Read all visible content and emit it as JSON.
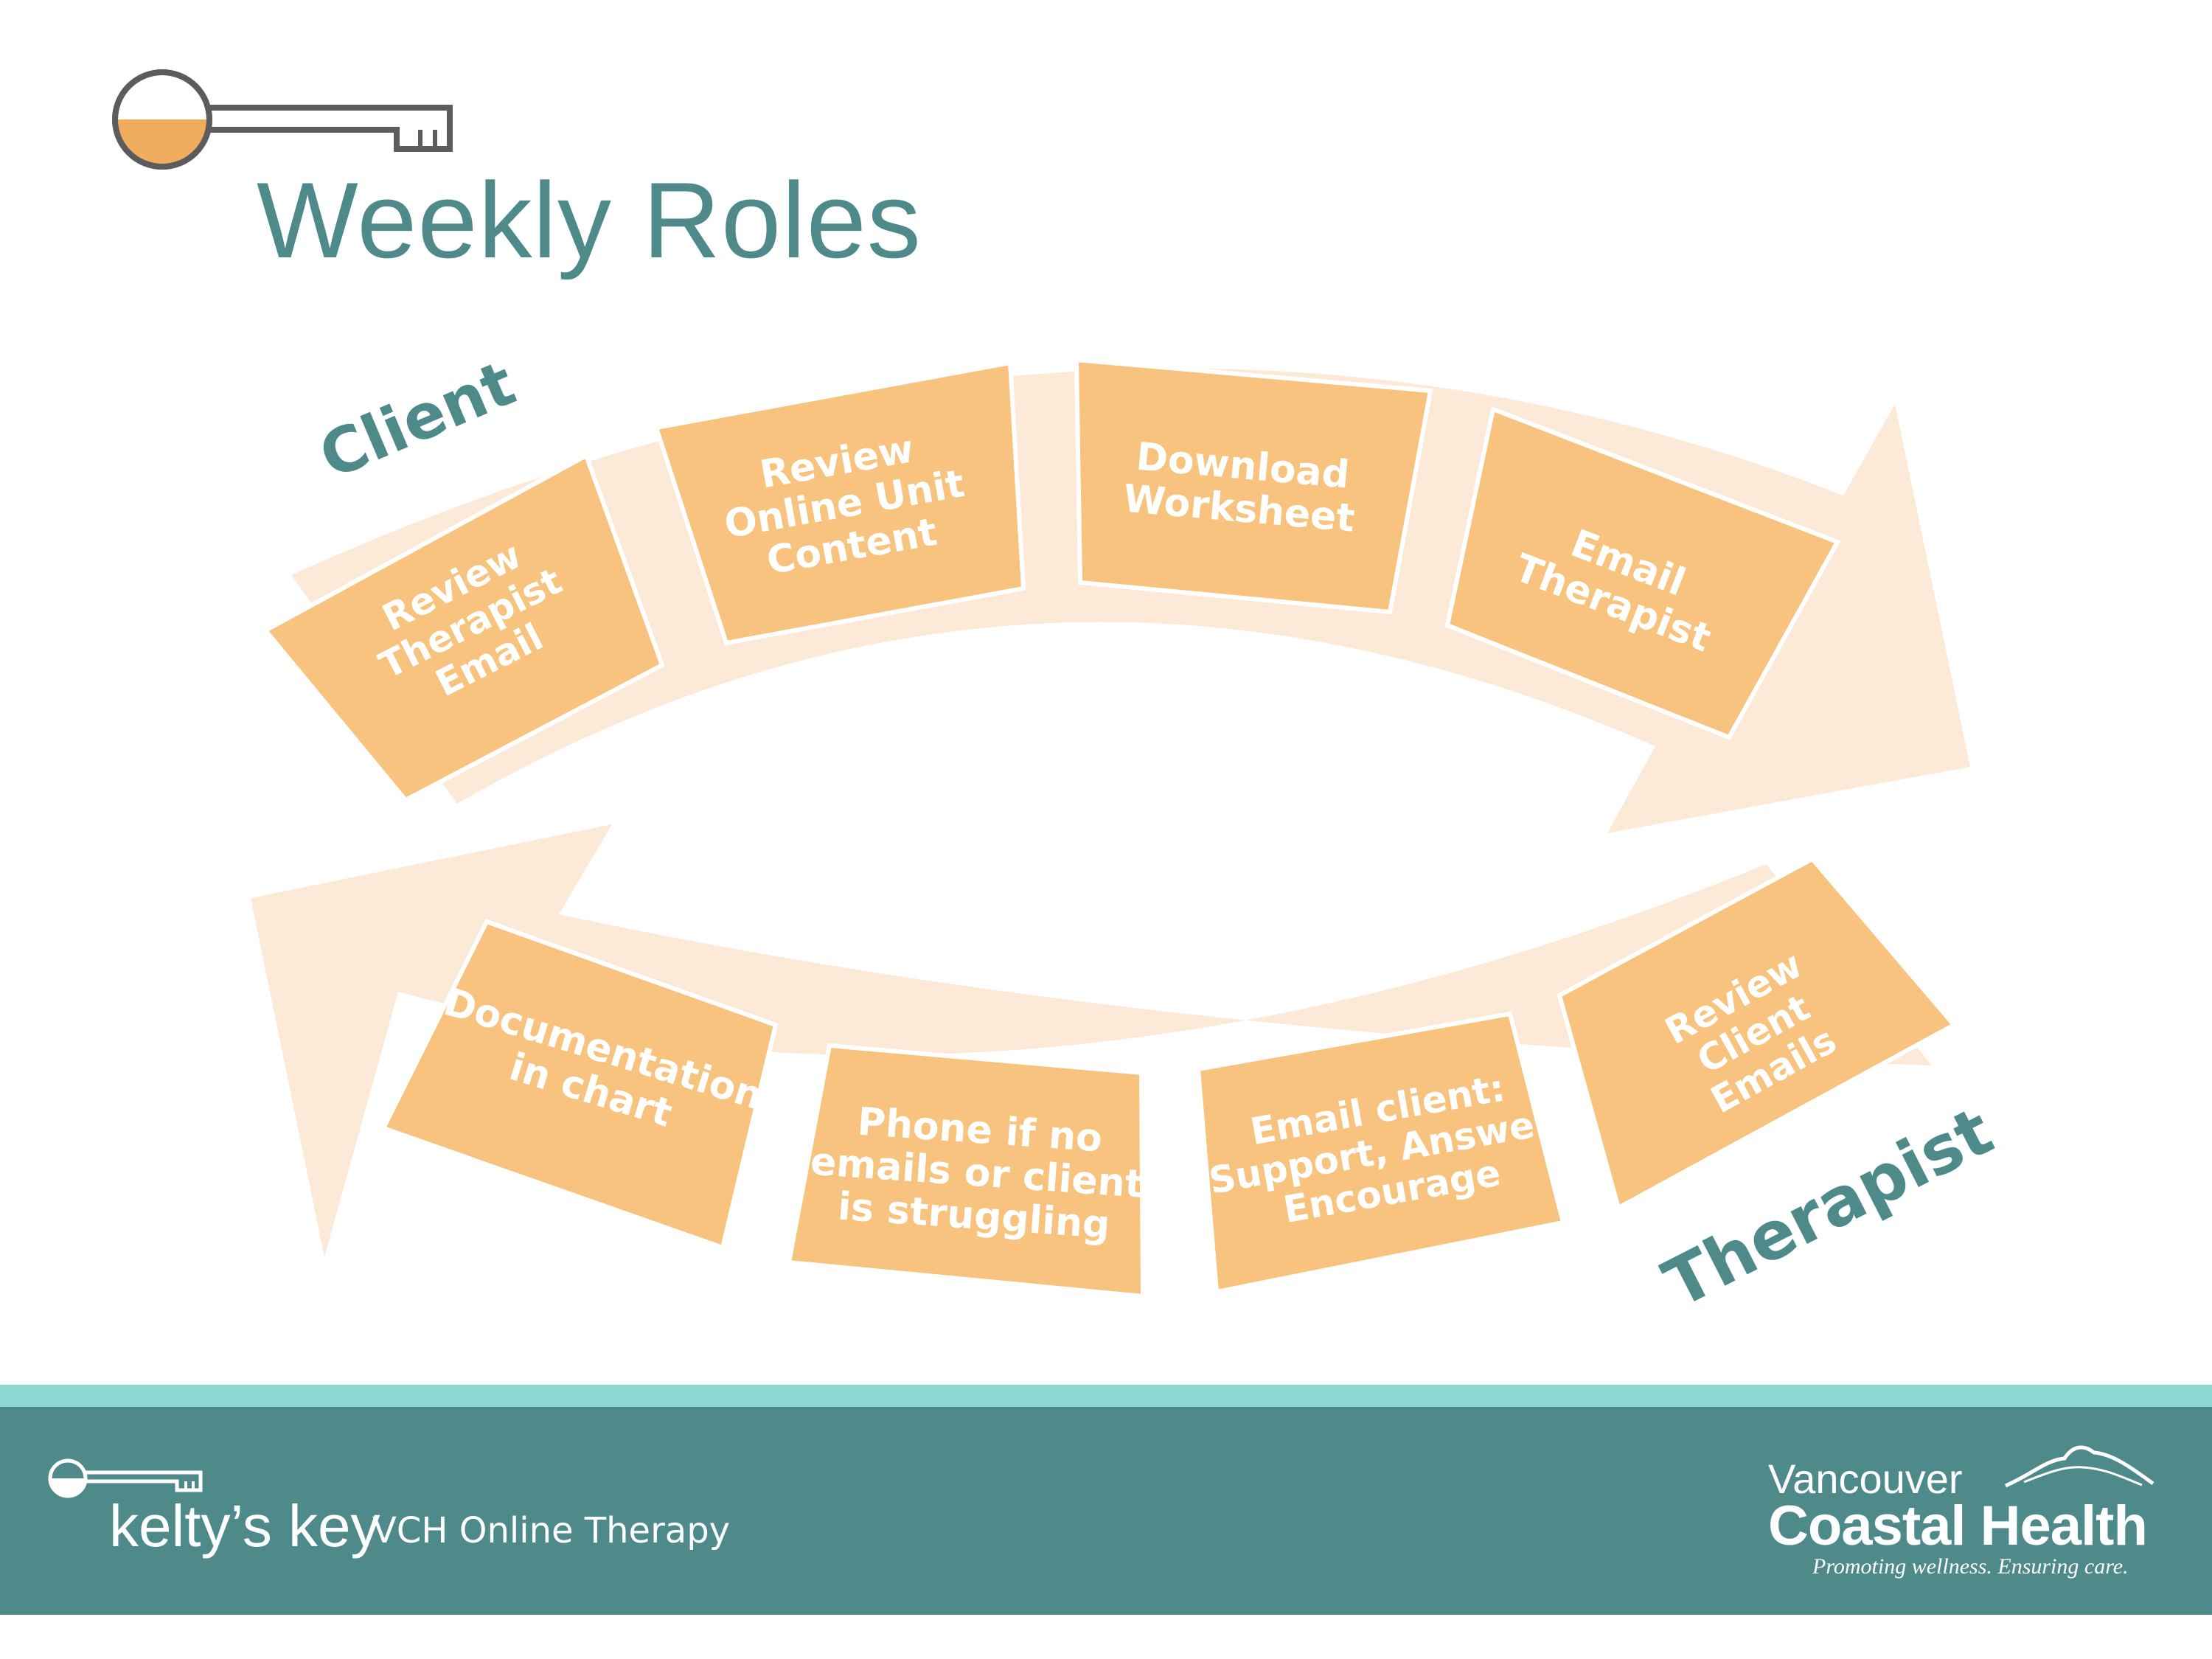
{
  "slide": {
    "title": "Weekly Roles"
  },
  "diagram": {
    "client_label": "Client",
    "therapist_label": "Therapist",
    "client_steps": [
      [
        "Review",
        "Therapist",
        "Email"
      ],
      [
        "Review",
        "Online Unit",
        "Content"
      ],
      [
        "Download",
        "Worksheet"
      ],
      [
        "Email",
        "Therapist"
      ]
    ],
    "therapist_steps": [
      [
        "Review",
        "Client",
        "Emails"
      ],
      [
        "Email client:",
        "Support, Answer,",
        "Encourage"
      ],
      [
        "Phone if no",
        "emails or client",
        "is struggling"
      ],
      [
        "Documentation",
        "in chart"
      ]
    ]
  },
  "footer": {
    "brand_name": "kelty’s key",
    "brand_subtitle": "VCH Online Therapy",
    "org_line1": "Vancouver",
    "org_line2": "Coastal Health",
    "org_tagline": "Promoting wellness. Ensuring care."
  },
  "colors": {
    "title": "#4f8a8b",
    "box_fill": "#f8c37e",
    "arrow_band": "#fde9d8",
    "footer_bg": "#4e8a8a",
    "footer_stripe": "#8dd6d2",
    "key_accent": "#f0ad5d"
  }
}
